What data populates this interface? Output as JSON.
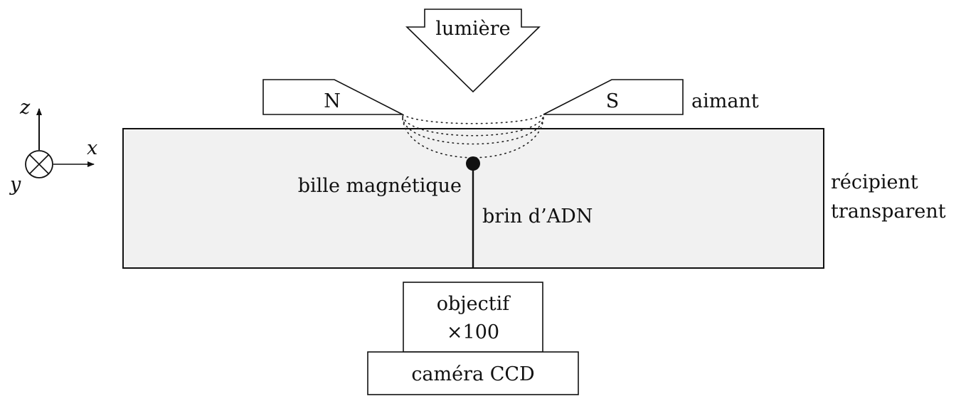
{
  "diagram": {
    "type": "magnetic-tweezers-setup",
    "colors": {
      "stroke": "#111111",
      "container_fill": "#f1f1f1",
      "background": "#ffffff"
    },
    "light_arrow": {
      "label": "lumière"
    },
    "magnet": {
      "north_label": "N",
      "south_label": "S",
      "label": "aimant"
    },
    "bead": {
      "label": "bille magnétique"
    },
    "dna": {
      "label": "brin d’ADN"
    },
    "container": {
      "label_line1": "récipient",
      "label_line2": "transparent"
    },
    "objective": {
      "label_line1": "objectif",
      "label_line2": "×100"
    },
    "camera": {
      "label": "caméra CCD"
    },
    "axes": {
      "x_label": "x",
      "y_label": "y",
      "z_label": "z",
      "y_symbol": "into-page (⊗)"
    },
    "field_lines_count": 4
  }
}
